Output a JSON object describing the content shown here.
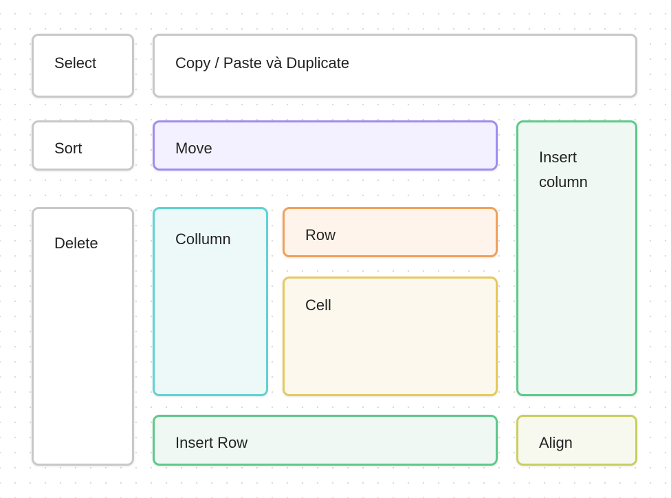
{
  "cards": {
    "select": {
      "label": "Select",
      "border": "#c8c8c8",
      "fill": "#ffffff"
    },
    "copy_paste": {
      "label": "Copy / Paste và Duplicate",
      "border": "#c8c8c8",
      "fill": "#ffffff"
    },
    "sort": {
      "label": "Sort",
      "border": "#c8c8c8",
      "fill": "#ffffff"
    },
    "move": {
      "label": "Move",
      "border": "#a08cf0",
      "fill": "#f3f1ff"
    },
    "insert_column": {
      "label": "Insert\ncolumn",
      "border": "#5cc98a",
      "fill": "#eff8f2"
    },
    "delete": {
      "label": "Delete",
      "border": "#c8c8c8",
      "fill": "#ffffff"
    },
    "column": {
      "label": "Collumn",
      "border": "#5fd3d3",
      "fill": "#edf9f8"
    },
    "row": {
      "label": "Row",
      "border": "#f0a05a",
      "fill": "#fef4eb"
    },
    "cell": {
      "label": "Cell",
      "border": "#e6c95c",
      "fill": "#fcf8ed"
    },
    "insert_row": {
      "label": "Insert Row",
      "border": "#5cc98a",
      "fill": "#eff8f2"
    },
    "align": {
      "label": "Align",
      "border": "#c8cf5e",
      "fill": "#f7f9ee"
    }
  }
}
